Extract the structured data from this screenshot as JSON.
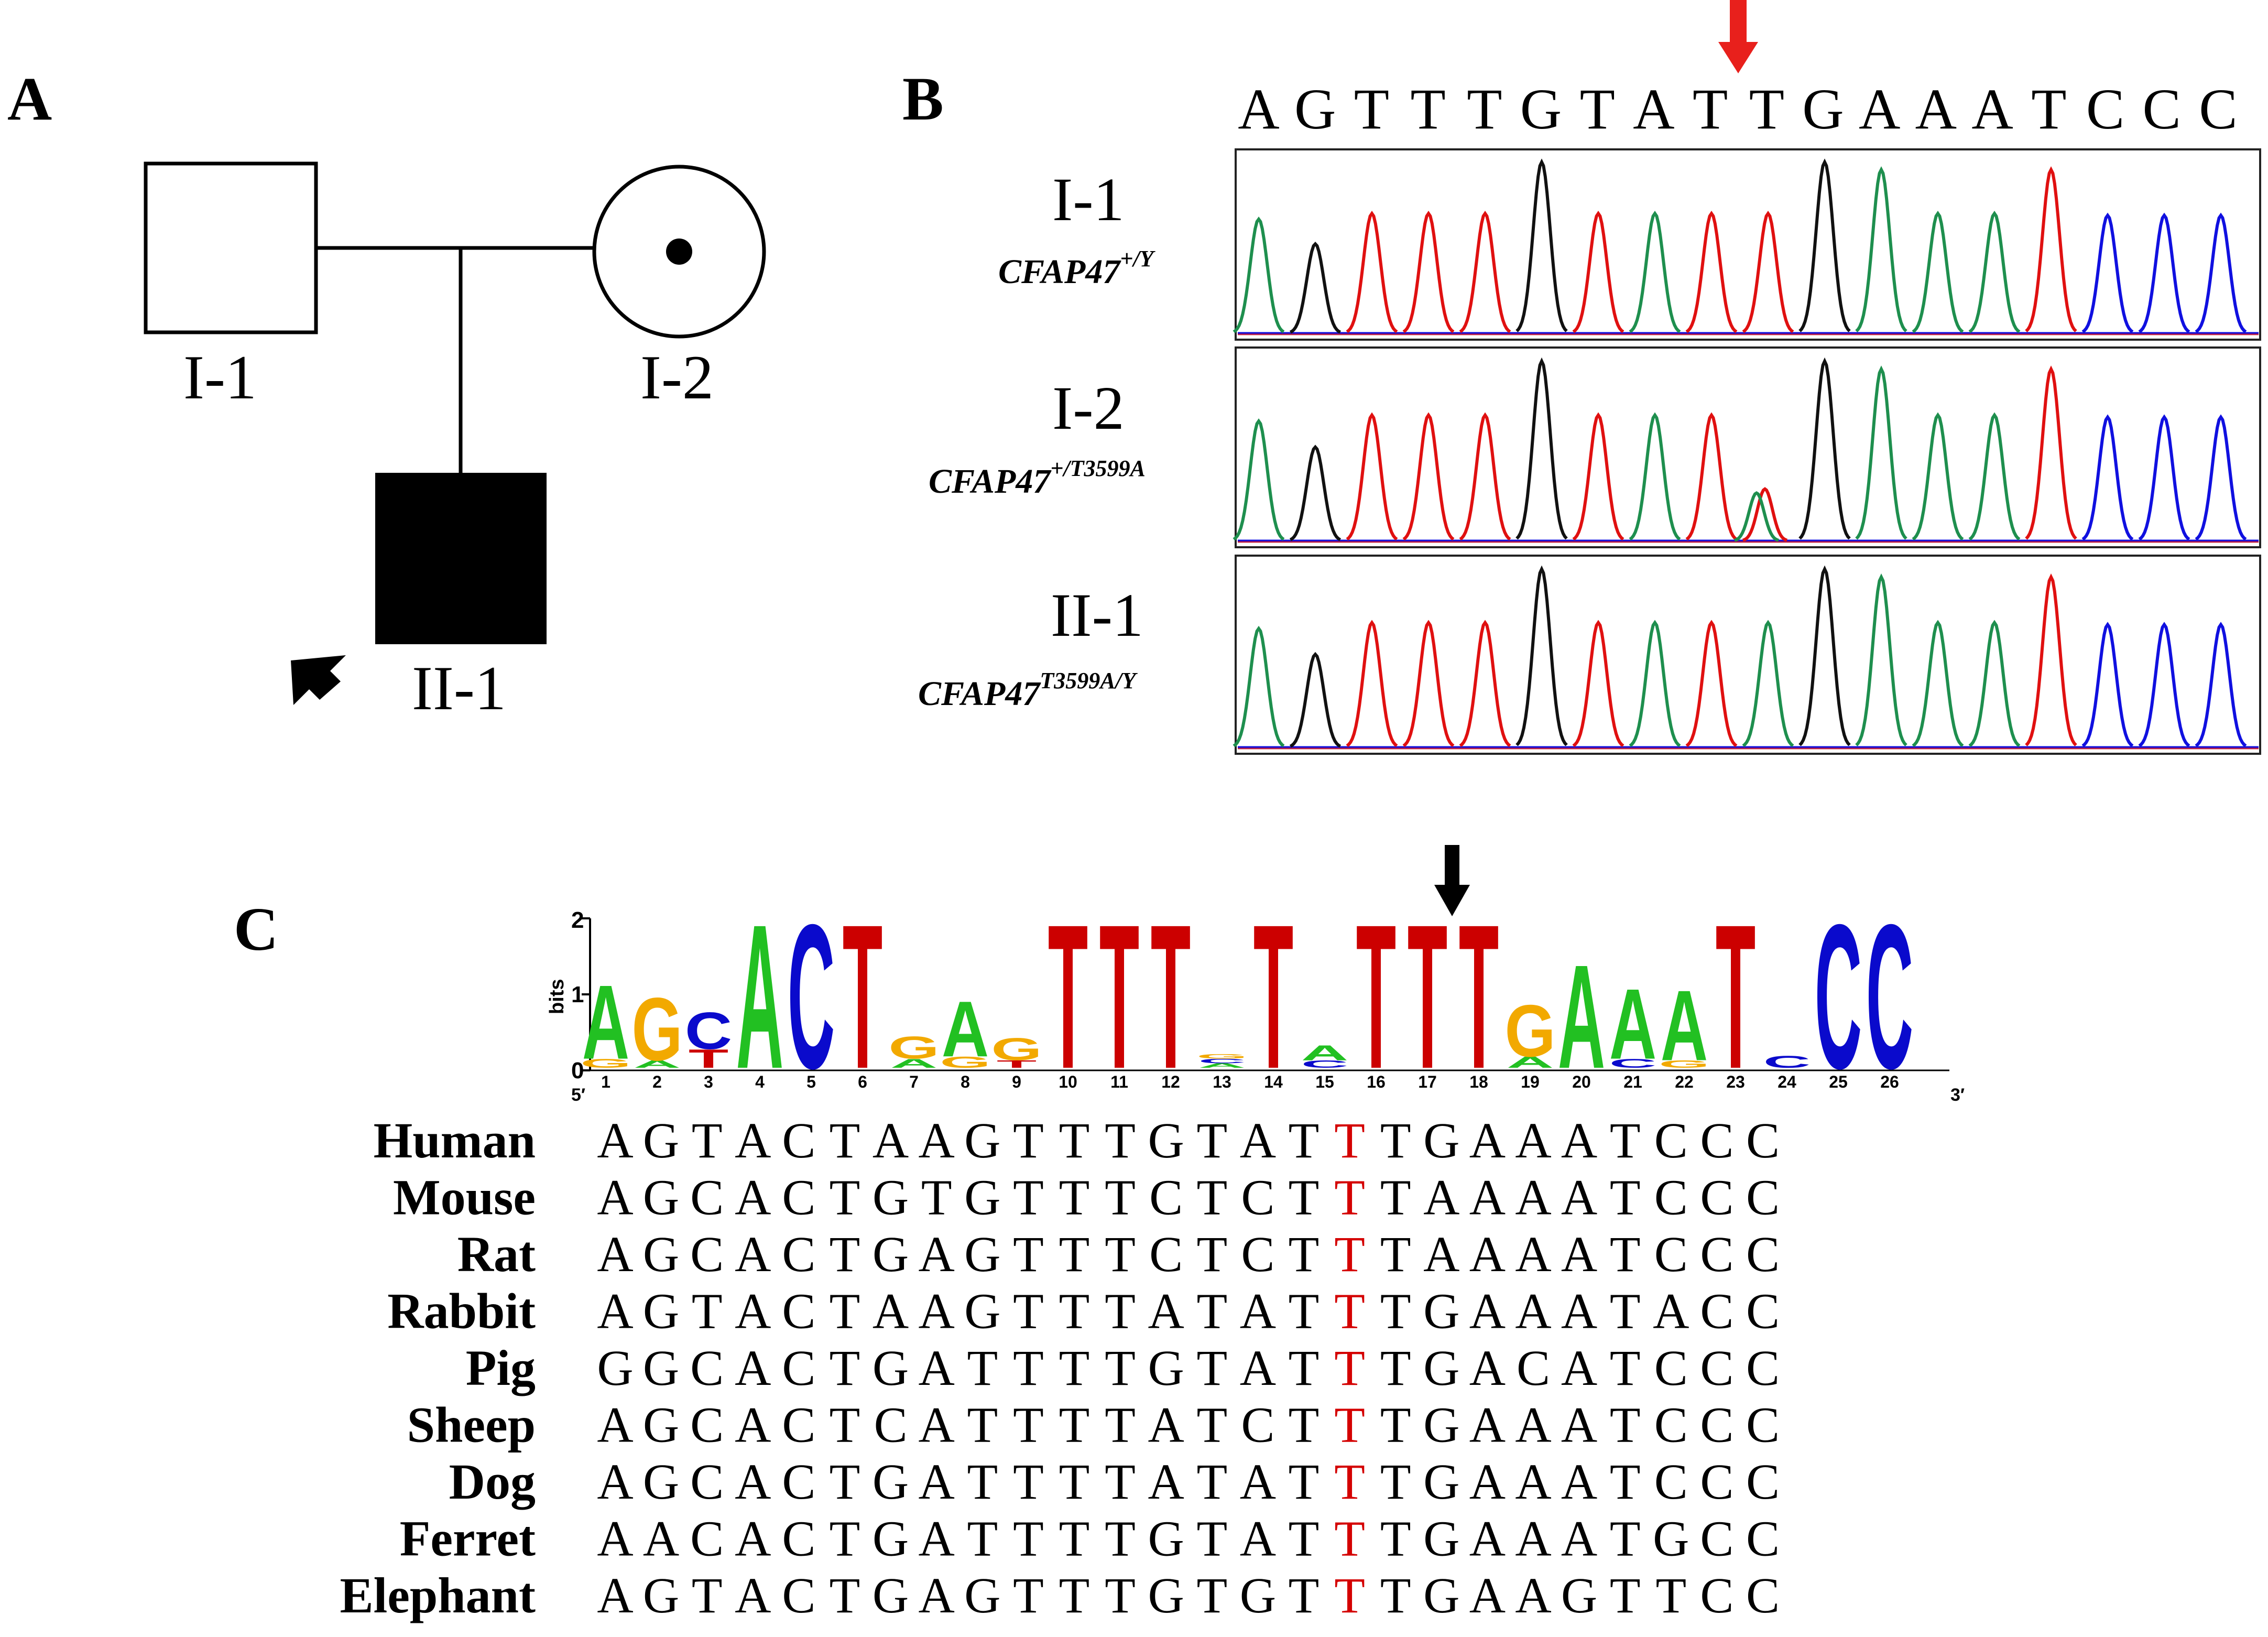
{
  "panels": {
    "a": "A",
    "b": "B",
    "c": "C"
  },
  "pedigree": {
    "i1": "I-1",
    "i2": "I-2",
    "ii1": "II-1"
  },
  "chromatogram": {
    "reference": [
      "A",
      "G",
      "T",
      "T",
      "T",
      "G",
      "T",
      "A",
      "T",
      "T",
      "G",
      "A",
      "A",
      "A",
      "T",
      "C",
      "C",
      "C"
    ],
    "mutant_index": 9,
    "rows": [
      {
        "id": "I-1",
        "gene": "CFAP47",
        "sup": "+/Y"
      },
      {
        "id": "I-2",
        "gene": "CFAP47",
        "sup": "+/T3599A"
      },
      {
        "id": "II-1",
        "gene": "CFAP47",
        "sup": "T3599A/Y"
      }
    ]
  },
  "logo": {
    "ylabel": "bits",
    "yticks": [
      "0",
      "1",
      "2"
    ],
    "five_prime": "5′",
    "three_prime": "3′",
    "positions": [
      "1",
      "2",
      "3",
      "4",
      "5",
      "6",
      "7",
      "8",
      "9",
      "10",
      "11",
      "12",
      "13",
      "14",
      "15",
      "16",
      "17",
      "18",
      "19",
      "20",
      "21",
      "22",
      "23",
      "24",
      "25",
      "26"
    ]
  },
  "alignment": {
    "highlight_column": 16,
    "rows": [
      {
        "species": "Human",
        "seq": "AGTACTAAGTTTGTATTTGAAATCCC"
      },
      {
        "species": "Mouse",
        "seq": "AGCACTGTGTTTCTCTTTAAAATCCC"
      },
      {
        "species": "Rat",
        "seq": "AGCACTGAGTTTCTCTTTAAAATCCC"
      },
      {
        "species": "Rabbit",
        "seq": "AGTACTAAGTTTATATTTGAAATACC"
      },
      {
        "species": "Pig",
        "seq": "GGCACTGATTTTGTATTTGACATCCC"
      },
      {
        "species": "Sheep",
        "seq": "AGCACTCATTTTATCTTTGAAATCCC"
      },
      {
        "species": "Dog",
        "seq": "AGCACTGATTTTATATTTGAAATCCC"
      },
      {
        "species": "Ferret",
        "seq": "AACACTGATTTTGTATTTGAAATGCC"
      },
      {
        "species": "Elephant",
        "seq": "AGTACTGAGTTTGTGTTTGAAGTTCC"
      }
    ]
  },
  "colors": {
    "A": "#1e8f4e",
    "C": "#1010e0",
    "G": "#111111",
    "T": "#e01010",
    "logo_A": "#22c022",
    "logo_C": "#0a0acc",
    "logo_G": "#f2a900",
    "logo_T": "#cc0000",
    "highlight": "#d40000"
  }
}
